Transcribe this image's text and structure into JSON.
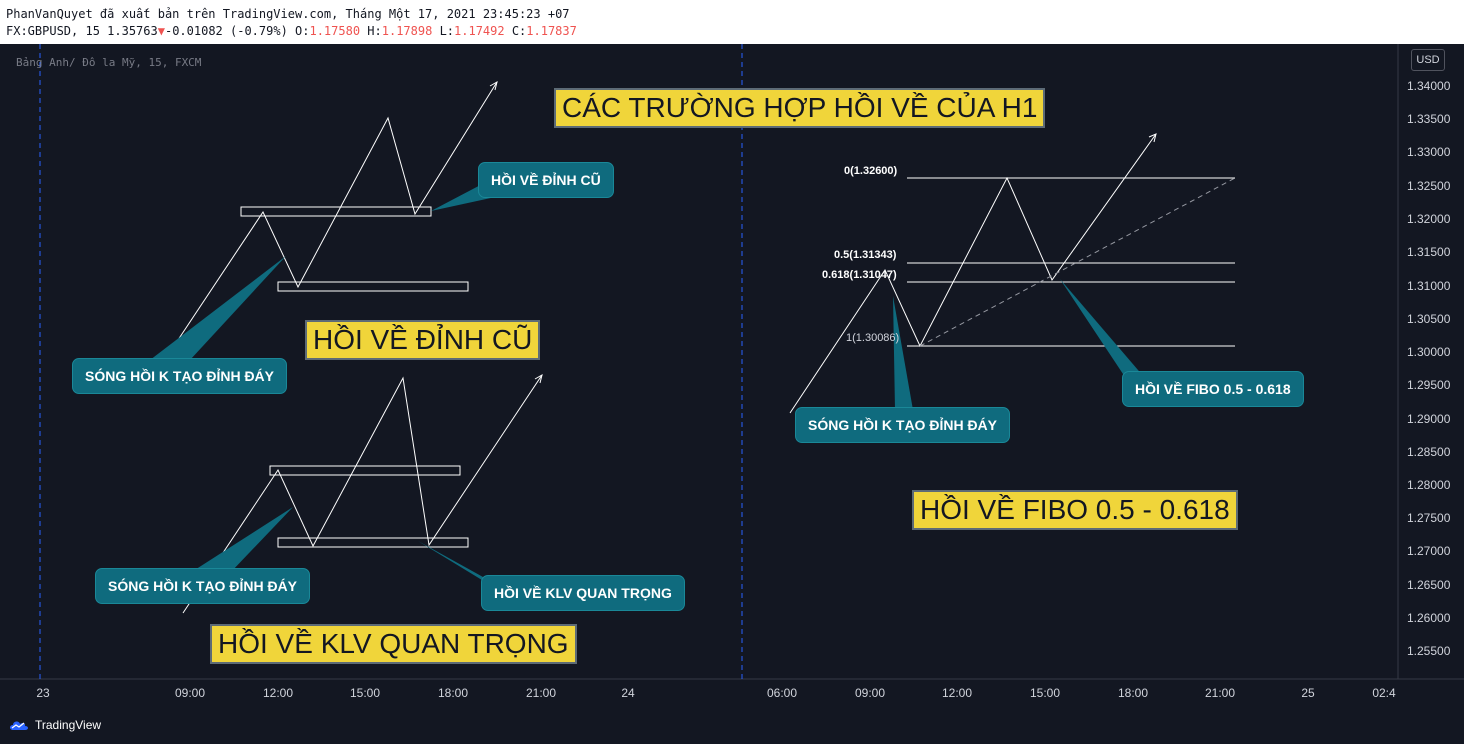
{
  "header": {
    "publisher_line": "PhanVanQuyet đã xuất bản trên TradingView.com, Tháng Một 17, 2021 23:45:23 +07",
    "symbol_prefix": "FX:GBPUSD, 15",
    "last_price": "1.35763",
    "change": "-0.01082 (-0.79%)",
    "o_label": "O:",
    "o_value": "1.17580",
    "h_label": "H:",
    "h_value": "1.17898",
    "l_label": "L:",
    "l_value": "1.17492",
    "c_label": "C:",
    "c_value": "1.17837",
    "down_arrow": "▼"
  },
  "chart_title": "Bảng Anh/ Đô la Mỹ, 15, FXCM",
  "currency_button": "USD",
  "brand": "TradingView",
  "colors": {
    "background": "#131722",
    "callout": "#0f6b7e",
    "highlight": "#f0d53a",
    "down": "#ef5350",
    "session_line": "#2962ff"
  },
  "chart_data": {
    "type": "line",
    "title": "CÁC TRƯỜNG HỢP HỒI VỀ CỦA H1",
    "y_axis": {
      "ticks": [
        "1.34000",
        "1.33500",
        "1.33000",
        "1.32500",
        "1.32000",
        "1.31500",
        "1.31000",
        "1.30500",
        "1.30000",
        "1.29500",
        "1.29000",
        "1.28500",
        "1.28000",
        "1.27500",
        "1.27000",
        "1.26500",
        "1.26000",
        "1.25500"
      ],
      "range": [
        1.252,
        1.345
      ]
    },
    "x_axis": {
      "ticks": [
        "23",
        "09:00",
        "12:00",
        "15:00",
        "18:00",
        "21:00",
        "24",
        "06:00",
        "09:00",
        "12:00",
        "15:00",
        "18:00",
        "21:00",
        "25",
        "02:4"
      ]
    },
    "fibonacci": {
      "levels": [
        {
          "ratio": "0",
          "price": "1.32600",
          "label": "0(1.32600)"
        },
        {
          "ratio": "0.5",
          "price": "1.31343",
          "label": "0.5(1.31343)"
        },
        {
          "ratio": "0.618",
          "price": "1.31047",
          "label": "0.618(1.31047)"
        },
        {
          "ratio": "1",
          "price": "1.30086",
          "label": "1(1.30086)"
        }
      ]
    },
    "annotations": {
      "section_titles": [
        "HỒI VỀ ĐỈNH CŨ",
        "HỒI VỀ KLV QUAN TRỌNG",
        "HỒI VỀ FIBO 0.5 - 0.618"
      ],
      "callouts": [
        "HỒI VỀ ĐỈNH CŨ",
        "SÓNG HỒI K TẠO ĐỈNH ĐÁY",
        "SÓNG HỒI K TẠO ĐỈNH ĐÁY",
        "HỒI VỀ KLV QUAN TRỌNG",
        "SÓNG HỒI K TẠO ĐỈNH ĐÁY",
        "HỒI VỀ FIBO 0.5 - 0.618"
      ]
    }
  }
}
